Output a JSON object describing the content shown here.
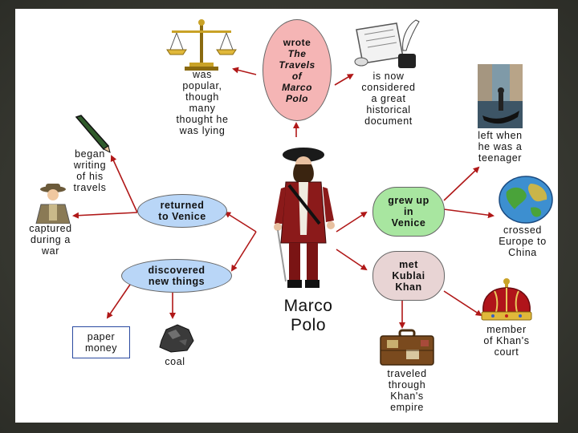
{
  "center": {
    "title_line1": "Marco",
    "title_line2": "Polo"
  },
  "nodes": {
    "wrote": {
      "l1": "wrote",
      "l2": "The",
      "l3": "Travels",
      "l4": "of",
      "l5": "Marco",
      "l6": "Polo"
    },
    "returned": {
      "l1": "returned",
      "l2": "to Venice"
    },
    "discovered": {
      "l1": "discovered",
      "l2": "new things"
    },
    "grew_up": {
      "l1": "grew up",
      "l2": "in",
      "l3": "Venice"
    },
    "met": {
      "l1": "met",
      "l2": "Kublai",
      "l3": "Khan"
    },
    "paper_money": {
      "l1": "paper",
      "l2": "money"
    }
  },
  "labels": {
    "popular": {
      "l1": "was",
      "l2": "popular,",
      "l3": "though",
      "l4": "many",
      "l5": "thought he",
      "l6": "was lying"
    },
    "historical": {
      "l1": "is now",
      "l2": "considered",
      "l3": "a great",
      "l4": "historical",
      "l5": "document"
    },
    "began_writing": {
      "l1": "began",
      "l2": "writing",
      "l3": "of his",
      "l4": "travels"
    },
    "captured": {
      "l1": "captured",
      "l2": "during a",
      "l3": "war"
    },
    "coal": {
      "l1": "coal"
    },
    "left": {
      "l1": "left when",
      "l2": "he was a",
      "l3": "teenager"
    },
    "crossed": {
      "l1": "crossed",
      "l2": "Europe to",
      "l3": "China"
    },
    "member": {
      "l1": "member",
      "l2": "of Khan's",
      "l3": "court"
    },
    "traveled": {
      "l1": "traveled",
      "l2": "through",
      "l3": "Khan's",
      "l4": "empire"
    }
  },
  "colors": {
    "wrote": "#f5b5b5",
    "returned_discovered": "#b9d6f7",
    "grew_up": "#a8e6a0",
    "met": "#e8d4d4",
    "arrow": "#b01818",
    "paper_money_border": "#2a4aa0"
  }
}
